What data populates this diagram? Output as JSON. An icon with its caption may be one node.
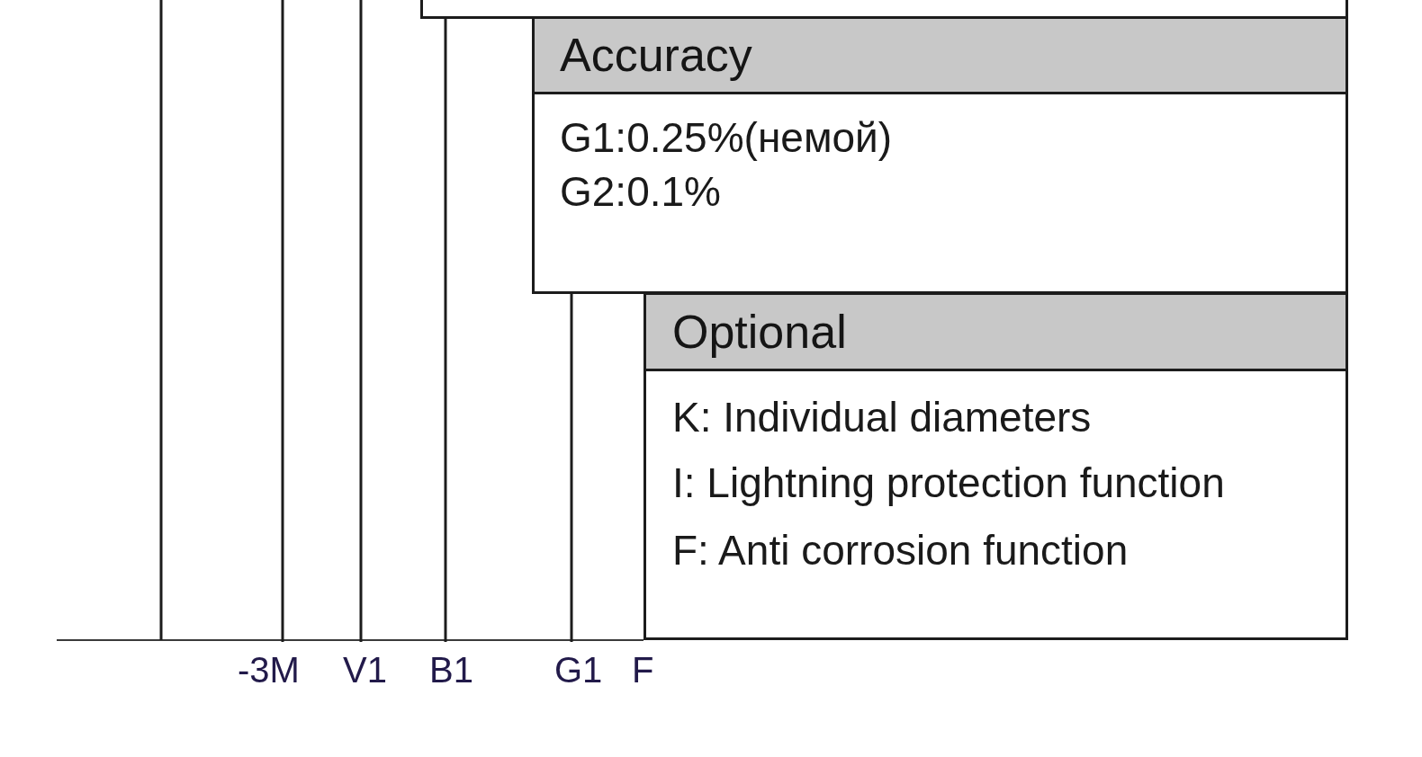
{
  "diagram": {
    "nodes": [
      {
        "text": [],
        "shape": "box"
      },
      {
        "text": [
          "Accuracy",
          "G1:0.25%(немой)",
          "G2:0.1%"
        ]
      },
      {
        "text": [
          "Optional",
          "K: Individual diameters",
          "I: Lightning protection function",
          "F: Anti corrosion function"
        ]
      },
      {
        "text": [
          "-3M"
        ]
      },
      {
        "text": [
          "V1"
        ]
      },
      {
        "text": [
          "B1"
        ]
      },
      {
        "text": [
          "G1"
        ]
      }
    ],
    "edges": [
      {
        "from": 3,
        "to": null,
        "arrow": "none"
      },
      {
        "from": 4,
        "to": null,
        "arrow": "none"
      },
      {
        "from": 5,
        "to": 0,
        "arrow": "none"
      },
      {
        "from": 6,
        "to": 1,
        "arrow": "none"
      }
    ],
    "labels": [
      "F"
    ]
  }
}
